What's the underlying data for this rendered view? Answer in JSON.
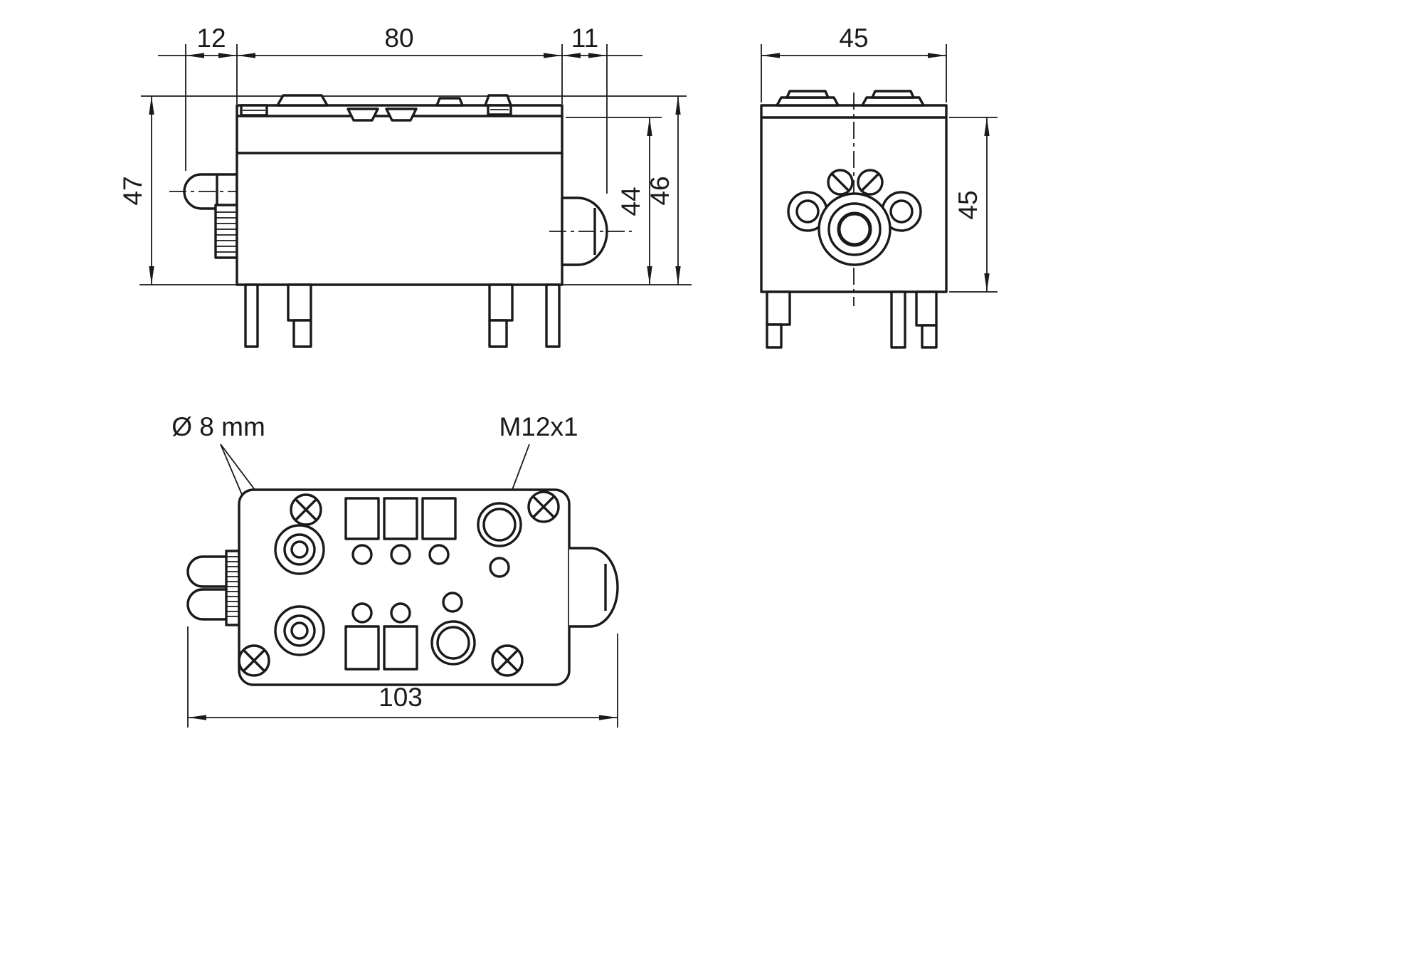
{
  "side_view": {
    "dim_top_left": "12",
    "dim_top_mid": "80",
    "dim_top_right": "11",
    "dim_left_height": "47",
    "dim_right_height_inner": "44",
    "dim_right_height_outer": "46"
  },
  "end_view": {
    "dim_top_width": "45",
    "dim_right_height": "45"
  },
  "bottom_view": {
    "hole_label": "Ø 8 mm",
    "connector_label": "M12x1",
    "dim_bottom_width": "103"
  },
  "colors": {
    "line": "#1a1a1a",
    "background": "#ffffff"
  }
}
